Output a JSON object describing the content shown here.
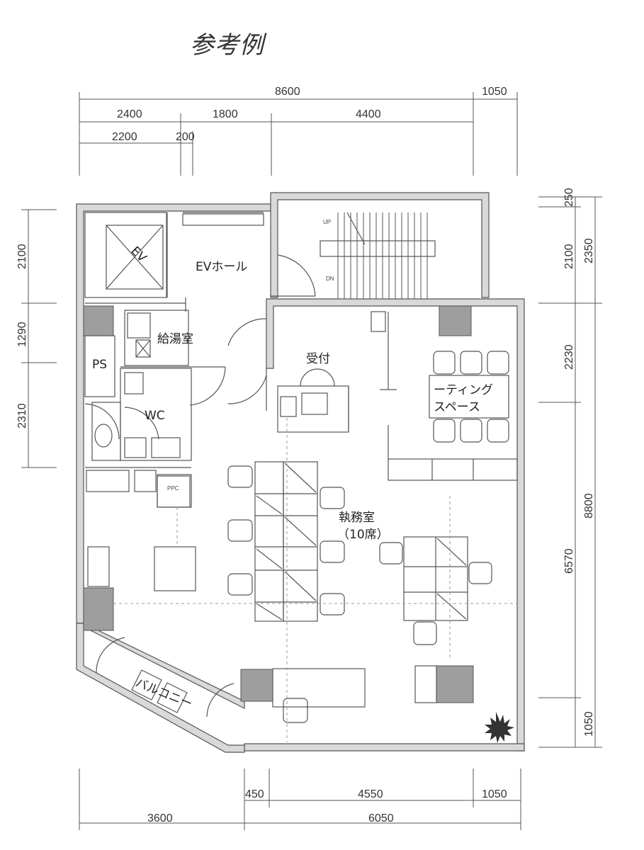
{
  "title": "参考例",
  "dimensions": {
    "top_total": "8600",
    "top_right": "1050",
    "top_row2": [
      "2400",
      "1800",
      "4400"
    ],
    "top_row3": [
      "2200",
      "200"
    ],
    "left": [
      "2100",
      "1290",
      "2310"
    ],
    "right_inner": [
      "250",
      "2100",
      "2230",
      "6570",
      "1050"
    ],
    "right_outer": [
      "2350",
      "8800"
    ],
    "bottom_row1": [
      "450",
      "4550",
      "1050"
    ],
    "bottom_row2": [
      "3600",
      "6050"
    ]
  },
  "rooms": {
    "ev": "EV",
    "ev_hall": "EVホール",
    "kitchen": "給湯室",
    "ps": "PS",
    "wc": "WC",
    "reception": "受付",
    "meeting": "ーティング",
    "meeting2": "スペース",
    "office": "執務室",
    "office_seats": "（10席）",
    "ppc": "PPC",
    "balcony": "バルコニー"
  },
  "stairs": {
    "up": "UP",
    "dn": "DN"
  },
  "colors": {
    "line": "#555555",
    "wall_fill": "#bdbdbd",
    "paper": "#ffffff"
  }
}
